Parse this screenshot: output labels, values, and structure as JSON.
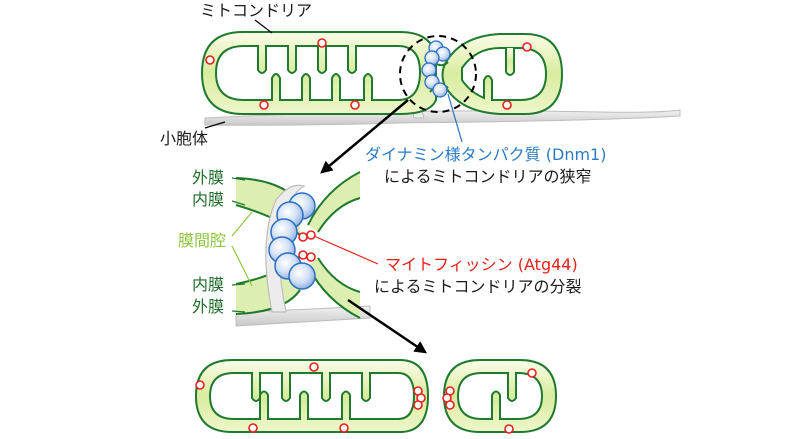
{
  "labels": {
    "mitochondria": "ミトコンドリア",
    "vacuole": "小胞体",
    "dynamin_title": "ダイナミン様タンパク質 (Dnm1)",
    "dynamin_desc": "によるミトコンドリアの狭窄",
    "outer_membrane_top": "外膜",
    "inner_membrane_top": "内膜",
    "intermembrane_space": "膜間腔",
    "inner_membrane_bottom": "内膜",
    "outer_membrane_bottom": "外膜",
    "mitofissin_title": "マイトフィッシン (Atg44)",
    "mitofissin_desc": "によるミトコンドリアの分裂"
  },
  "colors": {
    "membrane": "#1f7a2e",
    "matrix_fill": "#e4f2bf",
    "dynamin": "#2a6fc4",
    "dynamin_fill": "#c8d9f4",
    "mitofissin": "#e8201a",
    "er": "#d9d9d9",
    "arrow": "#000000"
  }
}
